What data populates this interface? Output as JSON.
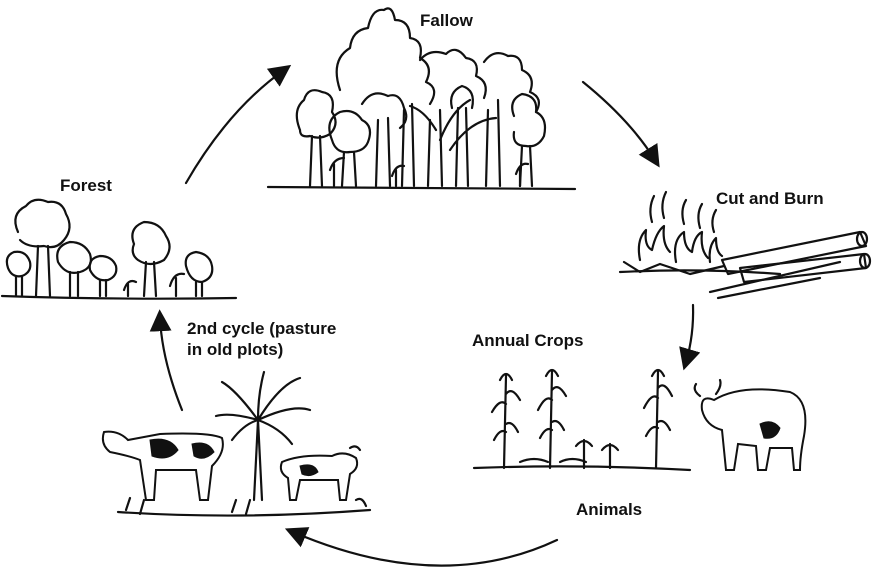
{
  "diagram": {
    "stages": {
      "fallow": "Fallow",
      "cut_and_burn": "Cut and Burn",
      "annual_crops": "Annual Crops",
      "animals": "Animals",
      "second_cycle_line1": "2nd cycle (pasture",
      "second_cycle_line2": "in old plots)",
      "forest": "Forest"
    },
    "colors": {
      "ink": "#111111",
      "background": "#ffffff"
    },
    "flow": [
      "Forest",
      "Fallow",
      "Cut and Burn",
      "Annual Crops",
      "Animals",
      "2nd cycle (pasture in old plots)",
      "Forest"
    ]
  }
}
